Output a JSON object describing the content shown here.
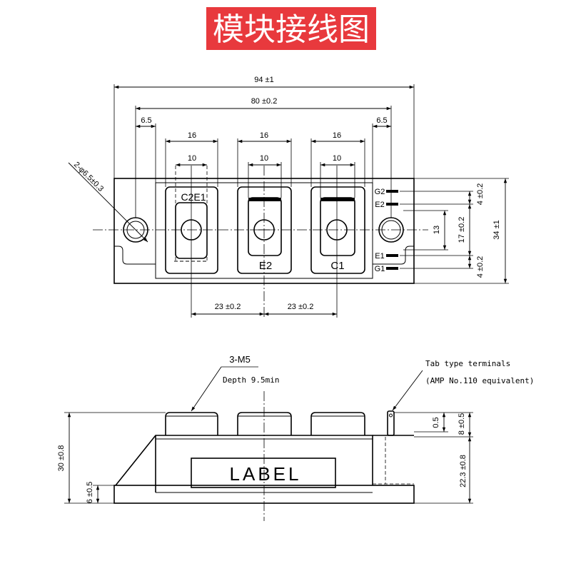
{
  "title": "模块接线图",
  "colors": {
    "title_bg": "#e8393d",
    "title_text": "#ffffff",
    "line": "#000000",
    "background": "#ffffff"
  },
  "top_view": {
    "dimensions": {
      "overall_width": "94 ±1",
      "mount_pitch": "80 ±0.2",
      "edge_left": "6.5",
      "edge_right": "6.5",
      "pocket_widths": [
        "16",
        "16",
        "16"
      ],
      "inner_widths": [
        "10",
        "10",
        "10"
      ],
      "hole_spec": "2-φ6.5±0.3",
      "spacing_left": "23 ±0.2",
      "spacing_right": "23 ±0.2",
      "inner_height": "13",
      "tab_span": "17 ±0.2",
      "overall_height": "34 ±1",
      "tab_pitch_top": "4 ±0.2",
      "tab_pitch_bottom": "4 ±0.2"
    },
    "terminals": {
      "left": "C2E1",
      "middle": "E2",
      "right": "C1"
    },
    "tabs": [
      "G2",
      "E2",
      "E1",
      "G1"
    ]
  },
  "side_view": {
    "screw_spec": "3-M5",
    "depth": "Depth 9.5min",
    "tab_note_line1": "Tab type terminals",
    "tab_note_line2": "(AMP No.110 equivalent)",
    "label": "LABEL",
    "dimensions": {
      "overall_height": "30 ±0.8",
      "base_height": "6 ±0.5",
      "tab_thickness": "0.5",
      "tab_height": "8 ±0.5",
      "body_height": "22.3 ±0.8"
    }
  }
}
